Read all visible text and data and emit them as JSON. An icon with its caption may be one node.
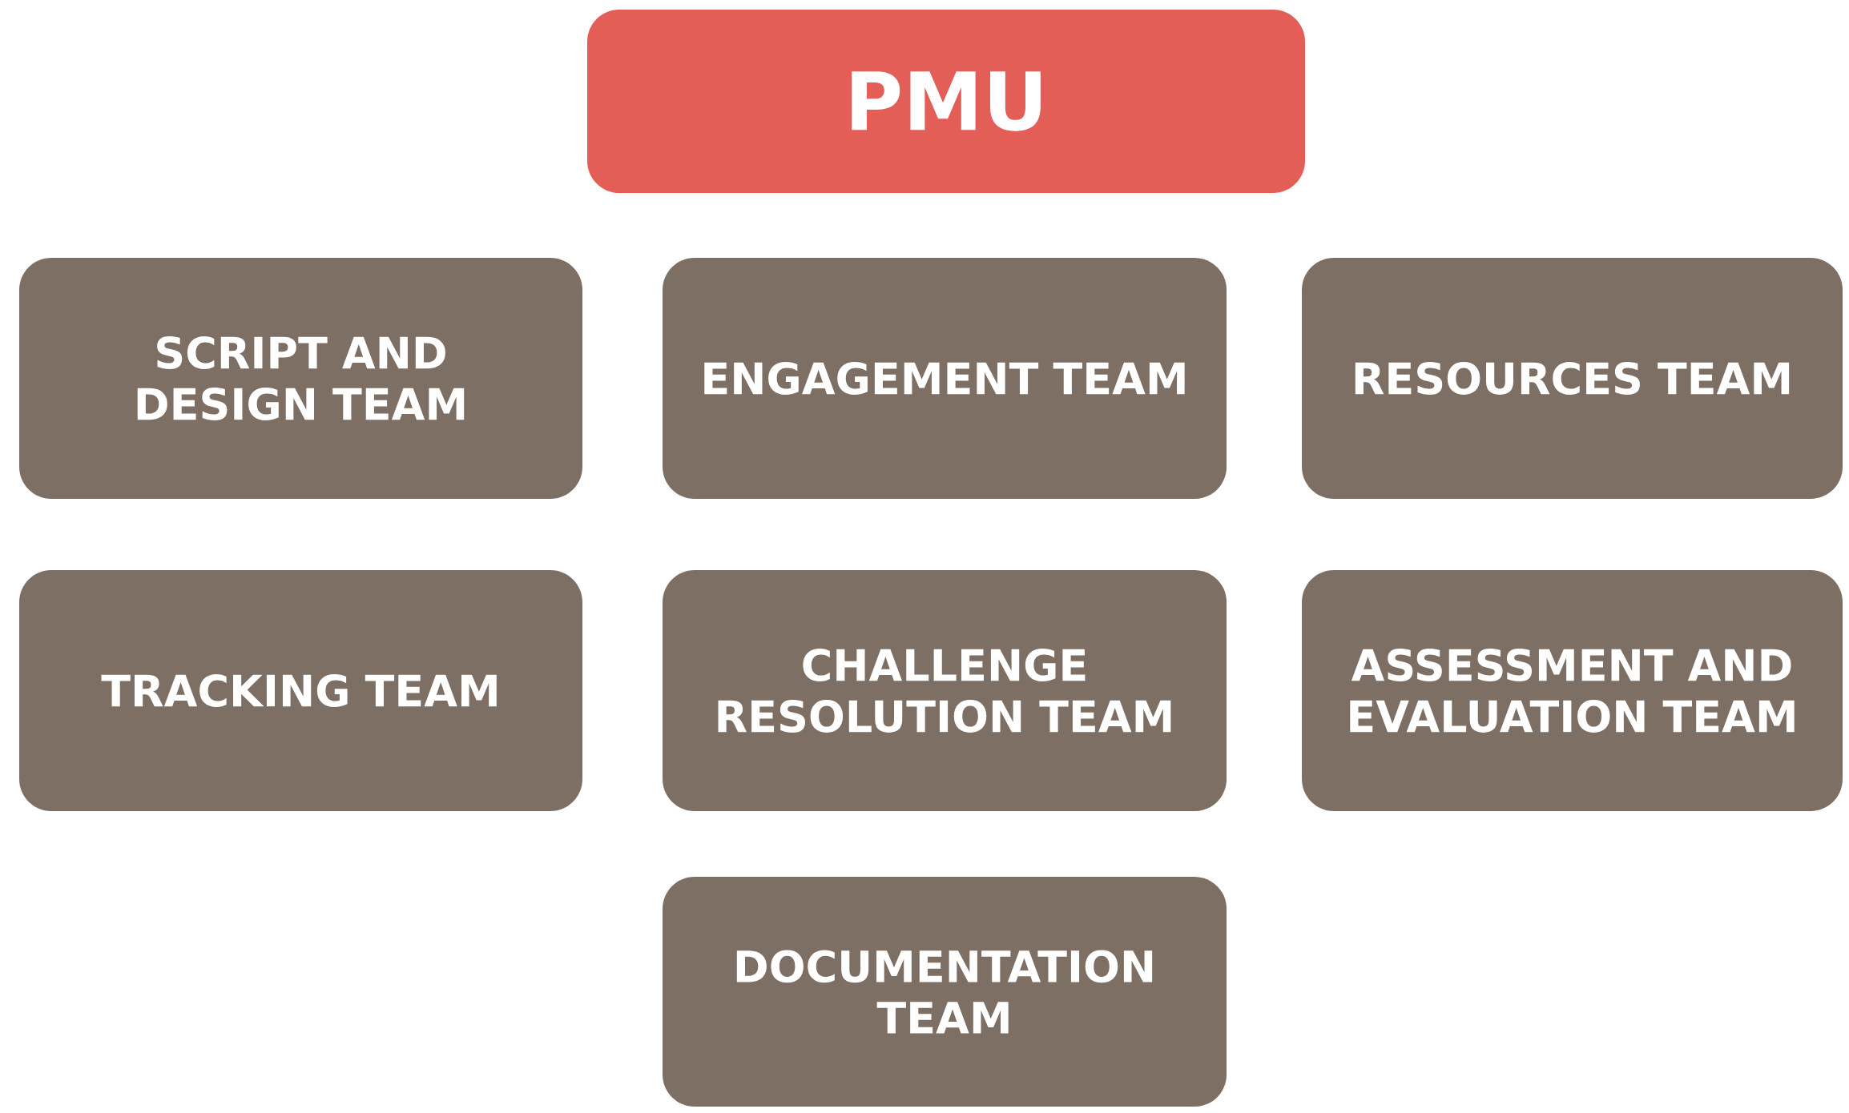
{
  "diagram": {
    "nodes": [
      {
        "text": [
          "PMU"
        ]
      },
      {
        "text": [
          "SCRIPT AND DESIGN TEAM"
        ]
      },
      {
        "text": [
          "ENGAGEMENT TEAM"
        ]
      },
      {
        "text": [
          "RESOURCES TEAM"
        ]
      },
      {
        "text": [
          "TRACKING TEAM"
        ]
      },
      {
        "text": [
          "CHALLENGE RESOLUTION TEAM"
        ]
      },
      {
        "text": [
          "ASSESSMENT AND EVALUATION TEAM"
        ]
      },
      {
        "text": [
          "DOCUMENTATION TEAM"
        ]
      }
    ]
  }
}
